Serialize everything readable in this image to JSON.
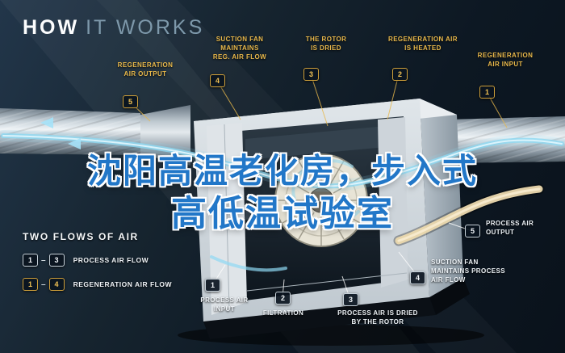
{
  "title": {
    "word1": "HOW",
    "word2": "IT WORKS"
  },
  "overlay_text": {
    "line1": "沈阳高温老化房，步入式",
    "line2": "高低温试验室"
  },
  "callouts": {
    "reg_output": {
      "num": "5",
      "label": "REGENERATION\nAIR OUTPUT"
    },
    "suction_reg": {
      "num": "4",
      "label": "SUCTION FAN\nMAINTAINS\nREG. AIR FLOW"
    },
    "rotor_dried": {
      "num": "3",
      "label": "THE ROTOR\nIS DRIED"
    },
    "reg_heated": {
      "num": "2",
      "label": "REGENERATION AIR\nIS HEATED"
    },
    "reg_input": {
      "num": "1",
      "label": "REGENERATION\nAIR INPUT"
    },
    "proc_output": {
      "num": "5",
      "label": "PROCESS AIR\nOUTPUT"
    },
    "suction_proc": {
      "num": "4",
      "label": "SUCTION FAN\nMAINTAINS PROCESS\nAIR FLOW"
    },
    "proc_dried": {
      "num": "3",
      "label": "PROCESS AIR IS DRIED\nBY THE ROTOR"
    },
    "filtration": {
      "num": "2",
      "label": "FILTRATION"
    },
    "proc_input": {
      "num": "1",
      "label": "PROCESS AIR\nINPUT"
    }
  },
  "legend": {
    "title": "TWO FLOWS OF AIR",
    "separator": "–",
    "rows": [
      {
        "start": "1",
        "end": "3",
        "label": "PROCESS AIR FLOW"
      },
      {
        "start": "1",
        "end": "4",
        "label": "REGENERATION AIR FLOW"
      }
    ]
  },
  "colors": {
    "regeneration_accent": "#e8b84b",
    "process_accent": "#eef2f6",
    "overlay_blue": "#2277c8",
    "airflow_cyan": "#8fd9f3",
    "airflow_cream": "#ecd9ae"
  }
}
